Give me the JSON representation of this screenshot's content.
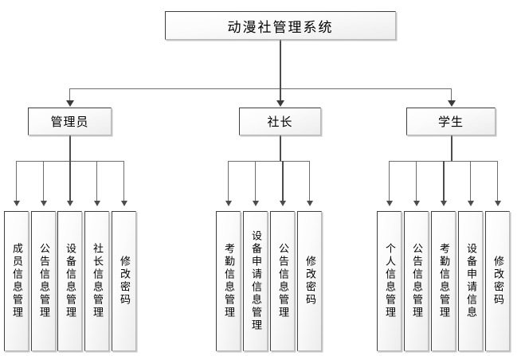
{
  "diagram": {
    "type": "organization-chart",
    "title": "动漫社管理系统",
    "root": {
      "label": "动漫社管理系统"
    },
    "roles": [
      {
        "label": "管理员",
        "children": [
          {
            "label": "成员信息管理"
          },
          {
            "label": "公告信息管理"
          },
          {
            "label": "设备信息管理"
          },
          {
            "label": "社长信息管理"
          },
          {
            "label": "修改密码"
          }
        ]
      },
      {
        "label": "社长",
        "children": [
          {
            "label": "考勤信息管理"
          },
          {
            "label": "设备申请信息管理"
          },
          {
            "label": "公告信息管理"
          },
          {
            "label": "修改密码"
          }
        ]
      },
      {
        "label": "学生",
        "children": [
          {
            "label": "个人信息管理"
          },
          {
            "label": "公告信息管理"
          },
          {
            "label": "考勤信息管理"
          },
          {
            "label": "设备申请信息"
          },
          {
            "label": "修改密码"
          }
        ]
      }
    ],
    "colors": {
      "background": "#ffffff",
      "box_fill_top": "#ffffff",
      "box_fill_bottom": "#ededed",
      "box_border_dark": "#3f3f3f",
      "box_border_light": "#b9b9b9",
      "connector": "#4c4c4c",
      "text": "#000000"
    }
  }
}
